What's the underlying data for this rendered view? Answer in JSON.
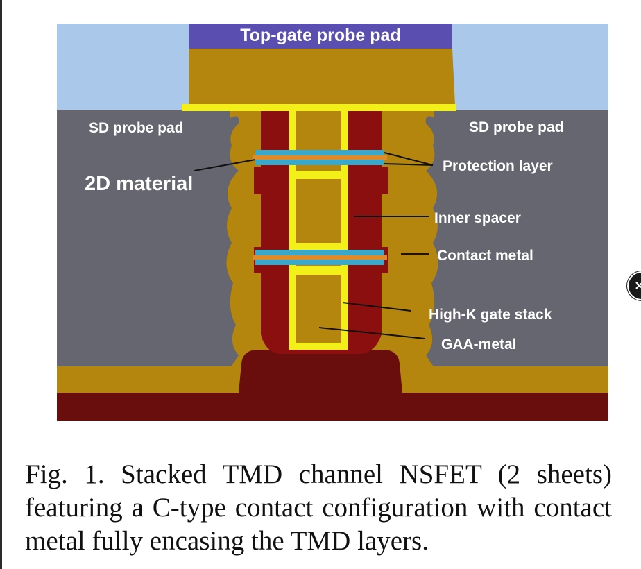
{
  "diagram": {
    "labels": {
      "top_gate_probe_pad": "Top-gate probe pad",
      "sd_probe_pad_left": "SD probe pad",
      "sd_probe_pad_right": "SD probe pad",
      "two_d_material": "2D material",
      "protection_layer": "Protection layer",
      "inner_spacer": "Inner spacer",
      "contact_metal": "Contact metal",
      "high_k_gate_stack": "High-K gate stack",
      "gaa_metal": "GAA-metal"
    },
    "colors": {
      "sky": "#a9c8ea",
      "sd_pad_gray": "#666670",
      "top_pad_purple": "#5a4fb0",
      "contact_gold": "#b5860d",
      "spacer_red": "#8b0f0f",
      "substrate_dark": "#6a0d0d",
      "high_k_yellow": "#f3ef18",
      "channel_teal": "#3ba7c9",
      "channel_orange": "#e08a2a"
    }
  },
  "caption": {
    "text": "Fig. 1. Stacked TMD channel NSFET (2 sheets) featuring a C-type contact configuration with contact metal fully encasing the TMD layers."
  },
  "overlay": {
    "close_glyph": "×"
  }
}
